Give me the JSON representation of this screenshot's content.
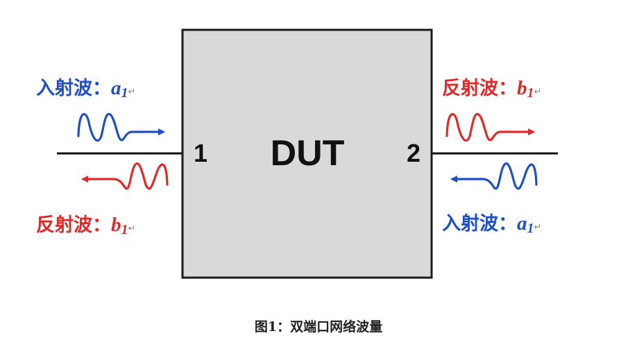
{
  "diagram": {
    "box_label": "DUT",
    "port1": "1",
    "port2": "2",
    "left_incident": {
      "text": "入射波：",
      "symbol": "a",
      "subscript": "1",
      "mark": "↵"
    },
    "left_reflected": {
      "text": "反射波：",
      "symbol": "b",
      "subscript": "1",
      "mark": "↵"
    },
    "right_reflected": {
      "text": "反射波：",
      "symbol": "b",
      "subscript": "1",
      "mark": "↵"
    },
    "right_incident": {
      "text": "入射波：",
      "symbol": "a",
      "subscript": "1",
      "mark": "↵"
    }
  },
  "caption": "图1：双端口网络波量",
  "colors": {
    "incident": "#1e4fc4",
    "reflected": "#e02a2a",
    "box_fill": "#d9d9d9",
    "box_stroke": "#1a1a1a"
  }
}
